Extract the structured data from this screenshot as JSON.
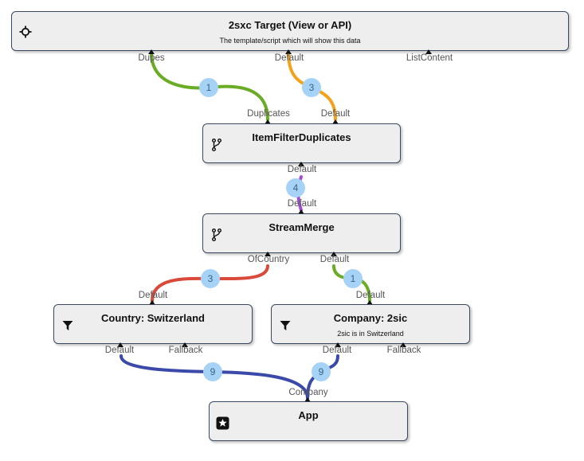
{
  "colors": {
    "green": "#6aac26",
    "orange": "#f4a21c",
    "purple": "#a44cd4",
    "red": "#d94a3a",
    "blue": "#3b49a8",
    "badge": "#a6d3f5"
  },
  "nodes": {
    "target": {
      "title": "2sxc Target (View or API)",
      "description": "The template/script which will show this data",
      "icon": "crosshair-icon",
      "ports_in": {
        "dupes": "Dupes",
        "default": "Default",
        "list": "ListContent"
      }
    },
    "filter_duplicates": {
      "title": "ItemFilterDuplicates",
      "icon": "fork-icon",
      "ports_in": {
        "duplicates": "Duplicates",
        "default": "Default"
      },
      "ports_out": {
        "default": "Default"
      }
    },
    "stream_merge": {
      "title": "StreamMerge",
      "icon": "fork-icon",
      "ports_in": {
        "default": "Default"
      },
      "ports_out": {
        "of_country": "OfCountry",
        "default": "Default"
      }
    },
    "country": {
      "title": "Country: Switzerland",
      "icon": "filter-icon",
      "ports_in": {
        "default": "Default"
      },
      "ports_out": {
        "default": "Default",
        "fallback": "Fallback"
      }
    },
    "company": {
      "title": "Company: 2sic",
      "description": "2sic is in Switzerland",
      "icon": "filter-icon",
      "ports_in": {
        "default": "Default"
      },
      "ports_out": {
        "default": "Default",
        "fallback": "Fallback"
      }
    },
    "app": {
      "title": "App",
      "icon": "star-icon",
      "ports_out": {
        "company": "Company"
      }
    }
  },
  "connections": [
    {
      "id": "c1",
      "from": "filter_duplicates.duplicates",
      "to": "target.dupes",
      "count": "1",
      "color": "green"
    },
    {
      "id": "c2",
      "from": "filter_duplicates.default",
      "to": "target.default",
      "count": "3",
      "color": "orange"
    },
    {
      "id": "c3",
      "from": "stream_merge.default",
      "to": "filter_duplicates.default",
      "count": "4",
      "color": "purple"
    },
    {
      "id": "c4",
      "from": "country.default",
      "to": "stream_merge.of_country",
      "count": "3",
      "color": "red"
    },
    {
      "id": "c5",
      "from": "company.default",
      "to": "stream_merge.default",
      "count": "1",
      "color": "green"
    },
    {
      "id": "c6",
      "from": "app.company",
      "to": "country.default",
      "count": "9",
      "color": "blue"
    },
    {
      "id": "c7",
      "from": "app.company",
      "to": "company.default",
      "count": "9",
      "color": "blue"
    }
  ]
}
